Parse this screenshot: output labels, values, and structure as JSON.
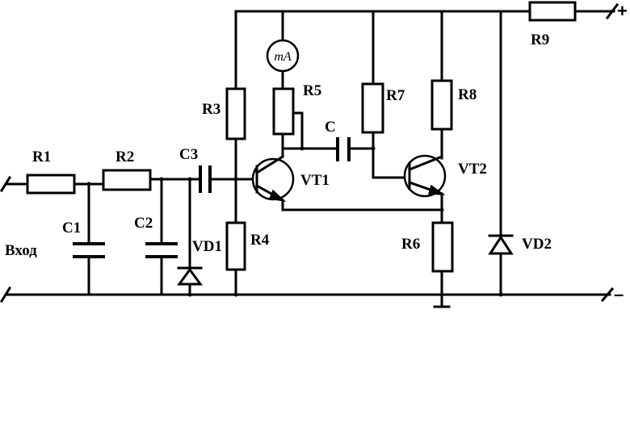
{
  "labels": {
    "r1": "R1",
    "r2": "R2",
    "r3": "R3",
    "r4": "R4",
    "r5": "R5",
    "r6": "R6",
    "r7": "R7",
    "r8": "R8",
    "r9": "R9",
    "c1": "C1",
    "c2": "C2",
    "c3": "C3",
    "c": "C",
    "vd1": "VD1",
    "vd2": "VD2",
    "vt1": "VT1",
    "vt2": "VT2",
    "input": "Вход",
    "meter": "mA",
    "plus": "+",
    "minus": "–"
  }
}
